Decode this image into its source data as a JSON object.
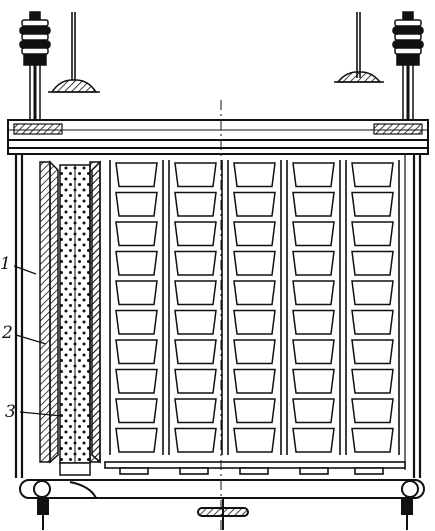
{
  "diagram": {
    "callouts": [
      {
        "id": "1",
        "text": "1"
      },
      {
        "id": "2",
        "text": "2"
      },
      {
        "id": "3",
        "text": "3"
      }
    ],
    "plate_grid": {
      "columns": 5,
      "rows": 10
    }
  }
}
